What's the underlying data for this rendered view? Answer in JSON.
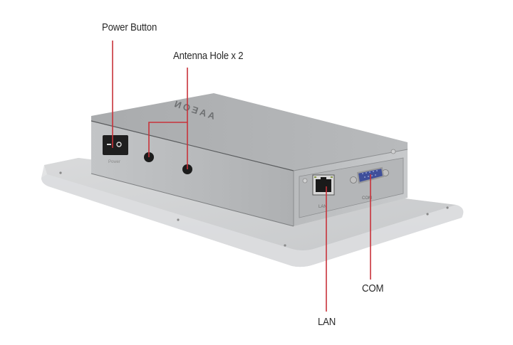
{
  "figure": {
    "subject": "embedded panel PC rear view",
    "brand_mark": "AAEON",
    "accent_color": "#c8323a",
    "callouts": [
      {
        "id": "power",
        "label": "Power Button"
      },
      {
        "id": "antenna",
        "label": "Antenna Hole x 2"
      },
      {
        "id": "com",
        "label": "COM"
      },
      {
        "id": "lan",
        "label": "LAN"
      }
    ],
    "port_labels": {
      "power": "Power",
      "lan": "LAN",
      "com": "COM"
    }
  }
}
